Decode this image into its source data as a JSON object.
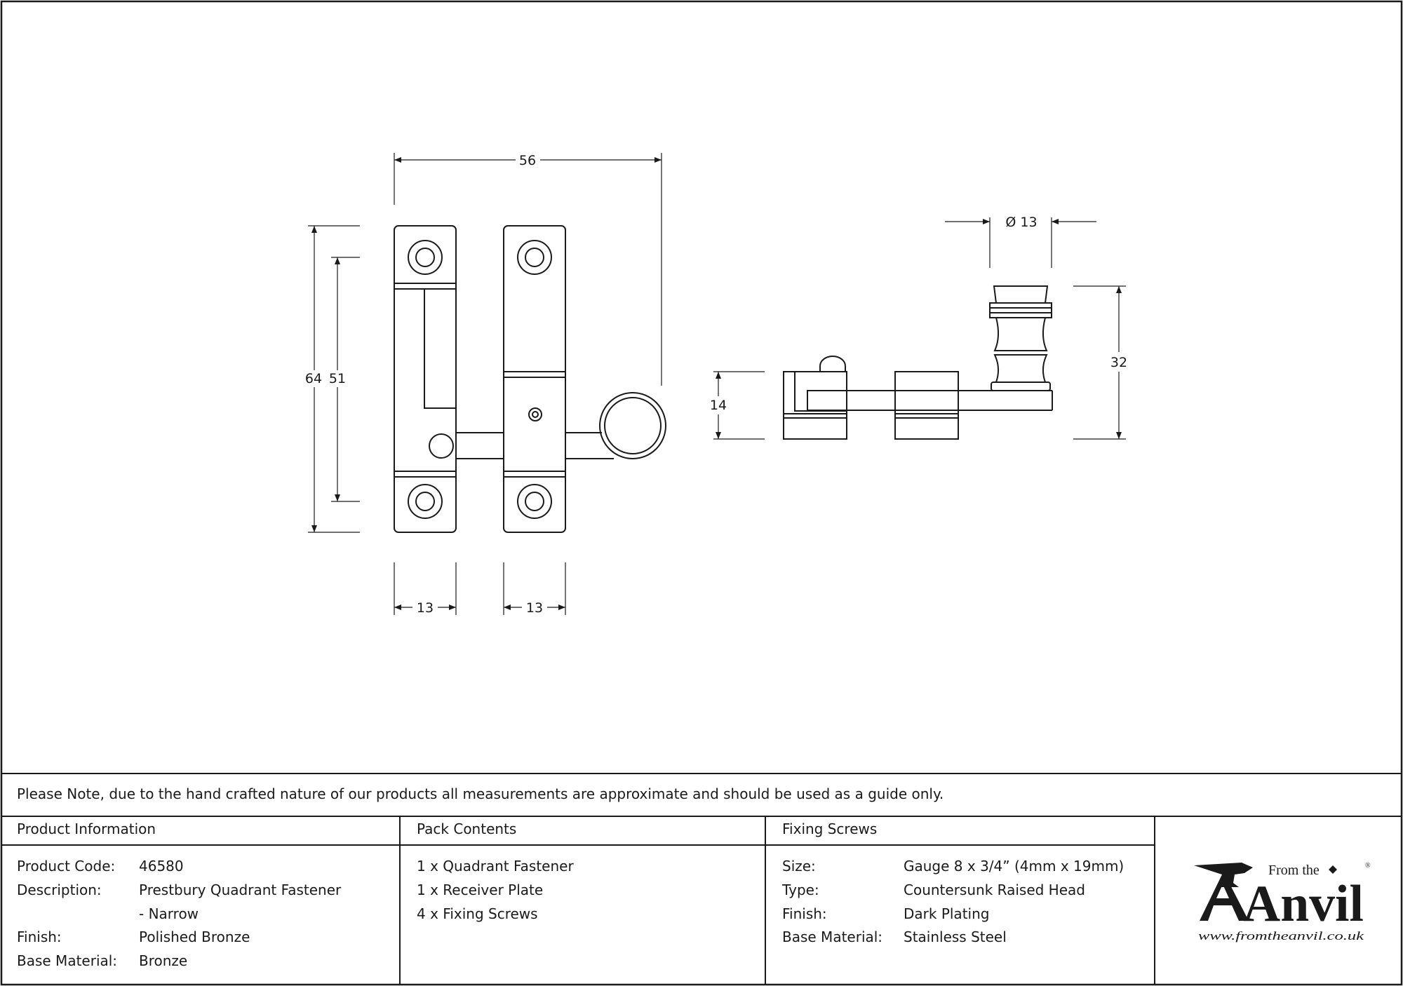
{
  "dimensions": {
    "overall_width": "56",
    "overall_height": "64",
    "hole_centres": "51",
    "plate_width_left": "13",
    "plate_width_right": "13",
    "knob_diameter": "Ø 13",
    "side_height": "14",
    "knob_height": "32"
  },
  "note": "Please Note, due to the hand crafted nature of our products all measurements are approximate and should be used as a guide only.",
  "product_info": {
    "heading": "Product Information",
    "code_label": "Product Code:",
    "code_value": "46580",
    "desc_label": "Description:",
    "desc_value_line1": "Prestbury Quadrant Fastener",
    "desc_value_line2": "- Narrow",
    "finish_label": "Finish:",
    "finish_value": "Polished Bronze",
    "material_label": "Base Material:",
    "material_value": "Bronze"
  },
  "pack_contents": {
    "heading": "Pack Contents",
    "items": [
      "1 x Quadrant Fastener",
      "1 x Receiver Plate",
      "4 x Fixing Screws"
    ]
  },
  "fixing_screws": {
    "heading": "Fixing Screws",
    "size_label": "Size:",
    "size_value": "Gauge 8 x 3/4” (4mm x 19mm)",
    "type_label": "Type:",
    "type_value": "Countersunk Raised Head",
    "finish_label": "Finish:",
    "finish_value": "Dark Plating",
    "material_label": "Base Material:",
    "material_value": "Stainless Steel"
  },
  "logo": {
    "from_the": "From the",
    "brand": "Anvil",
    "registered": "®",
    "url": "www.fromtheanvil.co.uk"
  }
}
